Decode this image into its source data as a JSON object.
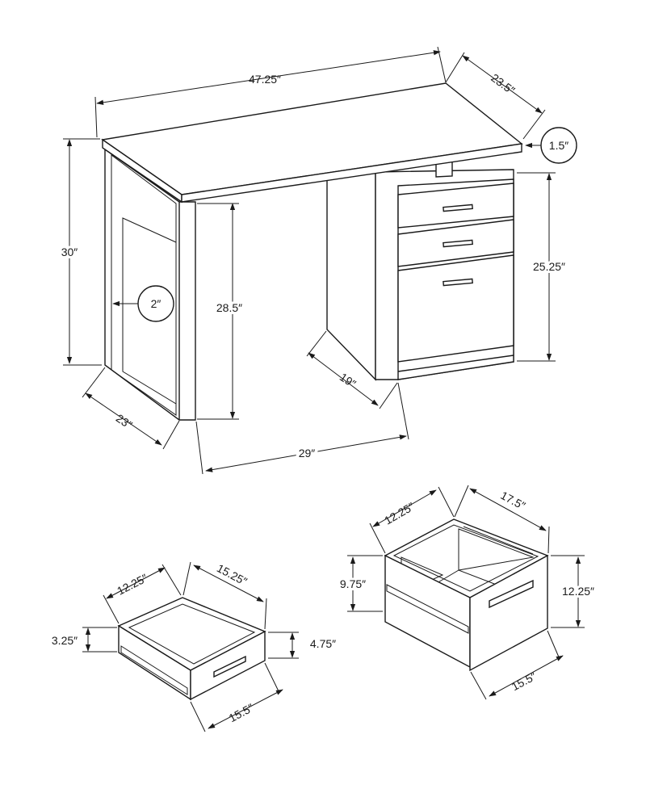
{
  "desk": {
    "width": "47.25″",
    "depth": "23.5″",
    "top_thickness": "1.5″",
    "height": "30″",
    "leg_panel_thickness": "2″",
    "knee_clearance_height": "28.5″",
    "leg_depth": "23″",
    "knee_clearance_width": "29″",
    "pedestal_depth": "19″",
    "pedestal_height": "25.25″"
  },
  "small_drawer": {
    "width": "12.25″",
    "depth": "15.25″",
    "interior_height": "3.25″",
    "front_height": "4.75″",
    "front_width": "15.5″"
  },
  "file_drawer": {
    "width": "12.25″",
    "depth": "17.5″",
    "interior_height": "9.75″",
    "front_height": "12.25″",
    "front_width": "15.5″"
  }
}
